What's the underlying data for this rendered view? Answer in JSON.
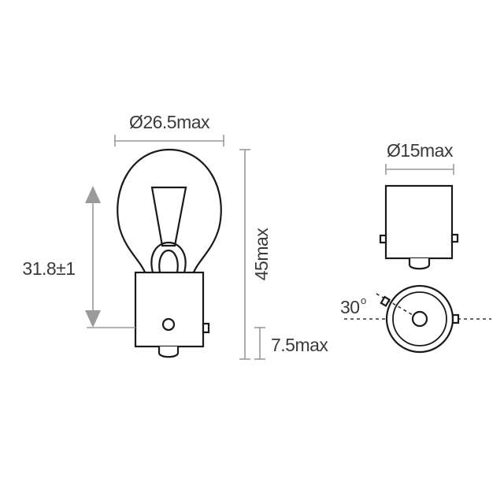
{
  "labels": {
    "bulb_diameter": "Ø26.5max",
    "base_diameter": "Ø15max",
    "light_center_length": "31.8±1",
    "overall_length": "45max",
    "pin_length": "7.5max",
    "pin_angle": "30",
    "pin_angle_unit": "o"
  },
  "colors": {
    "outline": "#1a1a1a",
    "dimension_line": "#9a9a9a",
    "text": "#3a3a3a"
  }
}
